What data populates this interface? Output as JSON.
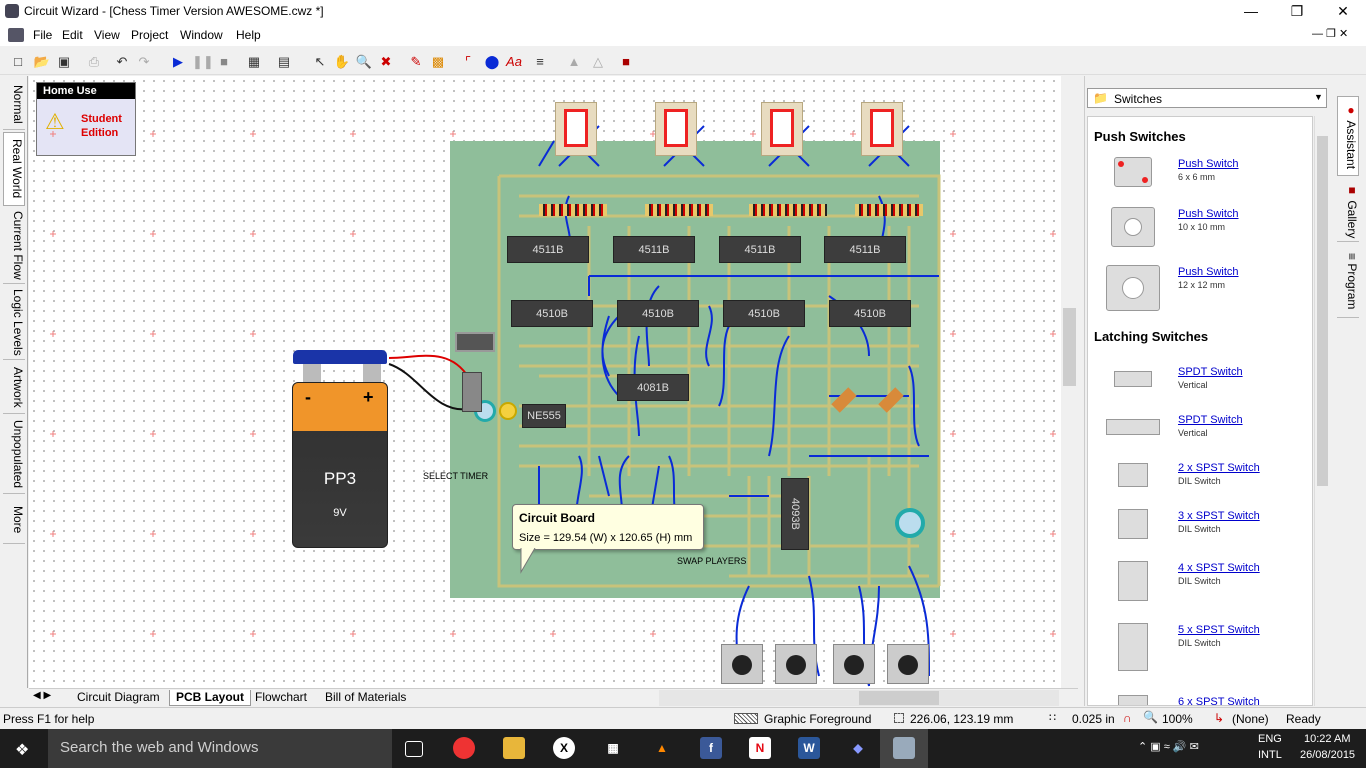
{
  "window": {
    "title": "Circuit Wizard - [Chess Timer Version AWESOME.cwz *]"
  },
  "menu": [
    "File",
    "Edit",
    "View",
    "Project",
    "Window",
    "Help"
  ],
  "left_tabs": [
    "Normal",
    "Real World",
    "Current Flow",
    "Logic Levels",
    "Artwork",
    "Unpopulated",
    "More"
  ],
  "notice": {
    "header": "Home Use",
    "line1": "Student",
    "line2": "Edition"
  },
  "board": {
    "displays_chips_top": [
      "4511B",
      "4511B",
      "4511B",
      "4511B"
    ],
    "chips_second": [
      "4510B",
      "4510B",
      "4510B",
      "4510B"
    ],
    "chip_and": "4081B",
    "chip_timer": "NE555",
    "chip_vertical": "4093B",
    "labels": {
      "select": "SELECT TIMER",
      "swap": "SWAP PLAYERS"
    }
  },
  "battery": {
    "name": "PP3",
    "voltage": "9V",
    "minus": "-",
    "plus": "+"
  },
  "tooltip": {
    "title": "Circuit Board",
    "text": "Size = 129.54 (W) x 120.65 (H) mm"
  },
  "sheet_tabs": [
    "Circuit Diagram",
    "PCB Layout",
    "Flowchart",
    "Bill of Materials"
  ],
  "gallery": {
    "dropdown": "Switches",
    "sections": [
      {
        "title": "Push Switches",
        "items": [
          {
            "name": "Push Switch",
            "sub": "6 x 6 mm"
          },
          {
            "name": "Push Switch",
            "sub": "10 x 10 mm"
          },
          {
            "name": "Push Switch",
            "sub": "12 x 12 mm"
          }
        ]
      },
      {
        "title": "Latching Switches",
        "items": [
          {
            "name": "SPDT Switch",
            "sub": "Vertical"
          },
          {
            "name": "SPDT Switch",
            "sub": "Vertical"
          },
          {
            "name": "2 x SPST Switch",
            "sub": "DIL Switch"
          },
          {
            "name": "3 x SPST Switch",
            "sub": "DIL Switch"
          },
          {
            "name": "4 x SPST Switch",
            "sub": "DIL Switch"
          },
          {
            "name": "5 x SPST Switch",
            "sub": "DIL Switch"
          },
          {
            "name": "6 x SPST Switch",
            "sub": ""
          }
        ]
      }
    ]
  },
  "right_tabs": [
    "Assistant",
    "Gallery",
    "Program"
  ],
  "status": {
    "help": "Press F1 for help",
    "layer": "Graphic Foreground",
    "coords": "226.06, 123.19 mm",
    "grid": "0.025 in",
    "zoom": "100%",
    "snap": "(None)",
    "ready": "Ready"
  },
  "taskbar": {
    "search": "Search the web and Windows",
    "lang1": "ENG",
    "lang2": "INTL",
    "time": "10:22 AM",
    "date": "26/08/2015"
  },
  "colors": {
    "board": "#8fbe9a",
    "track": "#c8c37a",
    "wire": "#0a2bd6",
    "accent": "#ffffe1"
  }
}
